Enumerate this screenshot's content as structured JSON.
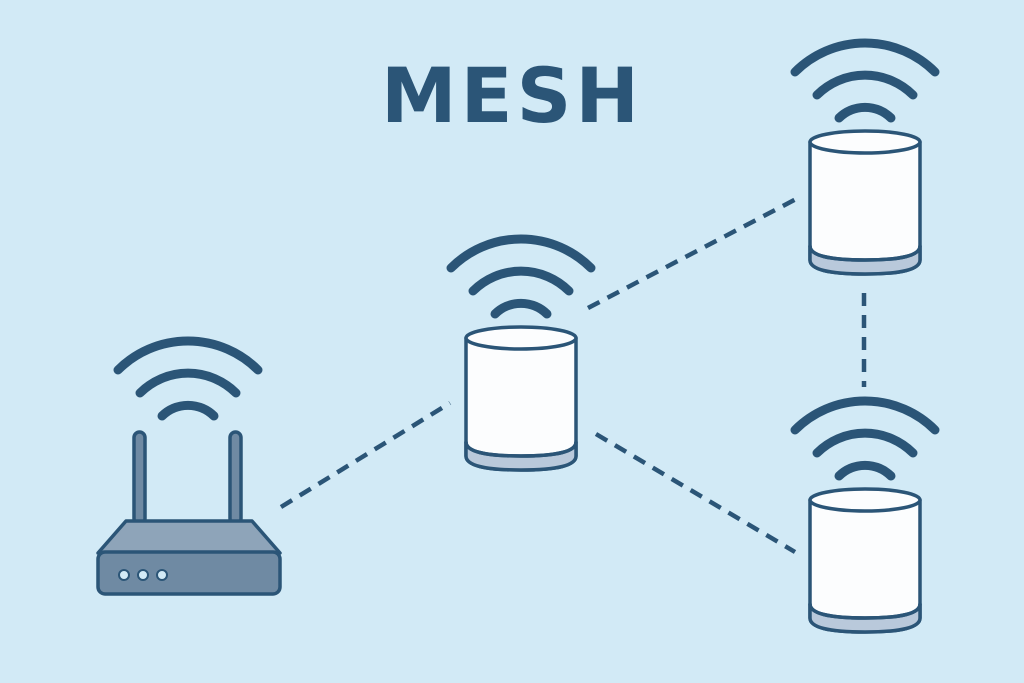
{
  "diagram": {
    "title": "MESH",
    "colors": {
      "background": "#d2eaf6",
      "ink": "#2b5577",
      "router_body": "#6f8aa3",
      "node_body": "#fcfdfe",
      "node_base": "#b9c9db"
    },
    "nodes": [
      {
        "id": "router",
        "kind": "router",
        "icon": "router-icon",
        "signal": "wifi-signal-icon"
      },
      {
        "id": "node-center",
        "kind": "mesh-node",
        "icon": "mesh-node-icon",
        "signal": "wifi-signal-icon"
      },
      {
        "id": "node-top-right",
        "kind": "mesh-node",
        "icon": "mesh-node-icon",
        "signal": "wifi-signal-icon"
      },
      {
        "id": "node-bottom-right",
        "kind": "mesh-node",
        "icon": "mesh-node-icon",
        "signal": "wifi-signal-icon"
      }
    ],
    "links": [
      {
        "from": "router",
        "to": "node-center",
        "style": "dashed"
      },
      {
        "from": "node-center",
        "to": "node-top-right",
        "style": "dashed"
      },
      {
        "from": "node-center",
        "to": "node-bottom-right",
        "style": "dashed"
      },
      {
        "from": "node-top-right",
        "to": "node-bottom-right",
        "style": "dashed"
      }
    ]
  }
}
